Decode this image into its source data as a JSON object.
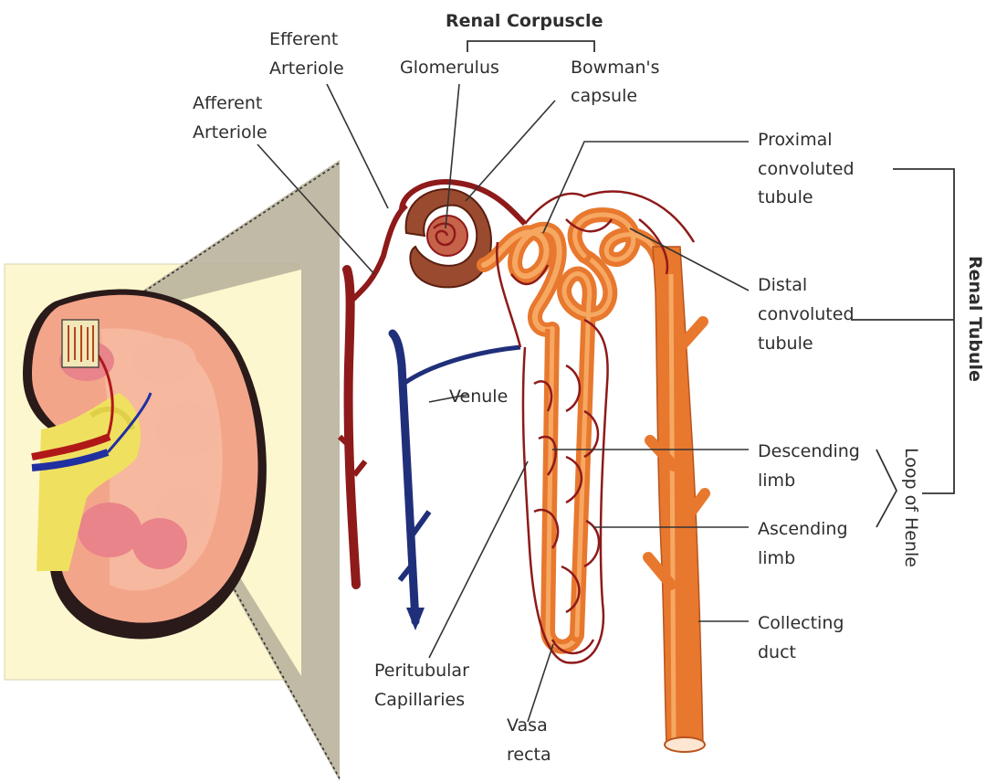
{
  "labels": {
    "renal_corpuscle": "Renal Corpuscle",
    "efferent_arteriole": [
      "Efferent",
      "Arteriole"
    ],
    "afferent_arteriole": [
      "Afferent",
      "Arteriole"
    ],
    "glomerulus": "Glomerulus",
    "bowmans_capsule": [
      "Bowman's",
      "capsule"
    ],
    "proximal_convoluted_tubule": [
      "Proximal",
      "convoluted",
      "tubule"
    ],
    "distal_convoluted_tubule": [
      "Distal",
      "convoluted",
      "tubule"
    ],
    "renal_tubule": "Renal Tubule",
    "venule": "Venule",
    "descending_limb": [
      "Descending",
      "limb"
    ],
    "ascending_limb": [
      "Ascending",
      "limb"
    ],
    "loop_of_henle": "Loop of Henle",
    "collecting_duct": [
      "Collecting",
      "duct"
    ],
    "peritubular_capillaries": [
      "Peritubular",
      "Capillaries"
    ],
    "vasa_recta": [
      "Vasa",
      "recta"
    ]
  },
  "colors": {
    "artery": "#8e1a1a",
    "vein": "#1f2f7a",
    "tubule": "#e8782e",
    "tubule_light": "#f6a862",
    "capsule": "#9a4a2e",
    "kidney_cortex": "#f3a58a",
    "kidney_medulla": "#e8848a",
    "pelvis": "#f0e060",
    "panel_bg": "#fdf7cf",
    "wedge": "#b9b39c"
  }
}
